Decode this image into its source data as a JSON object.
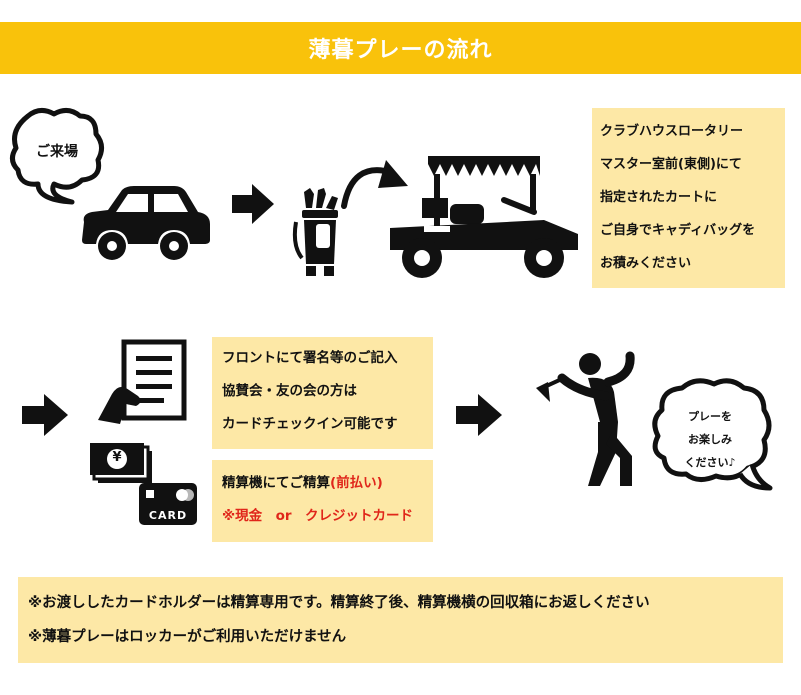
{
  "title": "薄暮プレーの流れ",
  "arrival_bubble": "ご来場",
  "cart_instructions": [
    "クラブハウスロータリー",
    "マスター室前(東側)にて",
    "指定されたカートに",
    "ご自身でキャディバッグを",
    "お積みください"
  ],
  "front_desk": [
    "フロントにて署名等のご記入",
    "協賛会・友の会の方は",
    "カードチェックイン可能です"
  ],
  "payment": {
    "line1_text": "精算機にてご精算",
    "line1_highlight": "(前払い)",
    "line2": "※現金　or　クレジットカード"
  },
  "card_label": "CARD",
  "yen_symbol": "¥",
  "enjoy_bubble": [
    "プレーを",
    "お楽しみ",
    "ください♪"
  ],
  "notes": [
    "※お渡ししたカードホルダーは精算専用です。精算終了後、精算機横の回収箱にお返しください",
    "※薄暮プレーはロッカーがご利用いただけません"
  ],
  "colors": {
    "accent": "#f9c20b",
    "note_bg": "#fde8a6",
    "highlight": "#e0261a"
  }
}
